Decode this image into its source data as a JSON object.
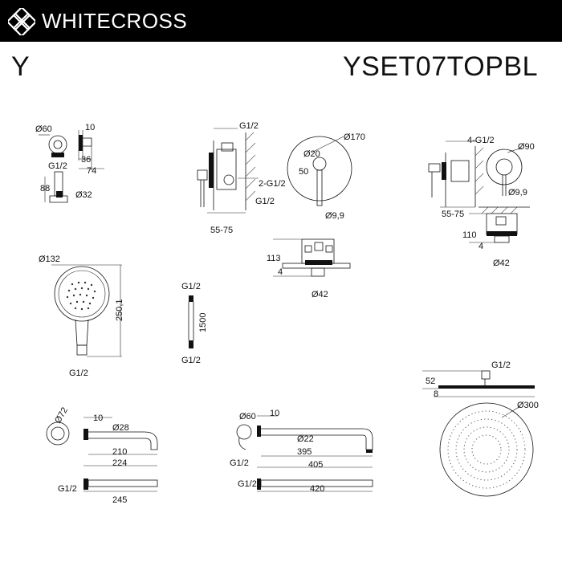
{
  "header": {
    "brand": "WHITECROSS",
    "logo_icon": "cross-logo-icon"
  },
  "series_letter": "Y",
  "model_code": "YSET07TOPBL",
  "labels": {
    "hook_d60": "Ø60",
    "hook_10": "10",
    "hook_36": "36",
    "hook_74": "74",
    "hook_g12": "G1/2",
    "hook_88": "88",
    "hook_d32": "Ø32",
    "valve_g12_top": "G1/2",
    "valve_2g12": "2-G1/2",
    "valve_g12_bot": "G1/2",
    "valve_5575": "55-75",
    "plate_d170": "Ø170",
    "plate_d20": "Ø20",
    "plate_50": "50",
    "plate_d99": "Ø9,9",
    "div_4g12": "4-G1/2",
    "div_d90": "Ø90",
    "div_d99": "Ø9,9",
    "div_5575": "55-75",
    "div_110": "110",
    "div_4": "4",
    "div_d42": "Ø42",
    "box_113": "113",
    "box_4": "4",
    "box_d42": "Ø42",
    "hand_d132": "Ø132",
    "hand_2501": "250,1",
    "hand_g12": "G1/2",
    "hose_g12_top": "G1/2",
    "hose_1500": "1500",
    "hose_g12_bot": "G1/2",
    "top_g12": "G1/2",
    "top_52": "52",
    "top_8": "8",
    "top_d300": "Ø300",
    "spout_d72": "Ø72",
    "spout_10": "10",
    "spout_d28": "Ø28",
    "spout_210": "210",
    "spout_224": "224",
    "spout_g12": "G1/2",
    "spout_245": "245",
    "arm_d60": "Ø60",
    "arm_10": "10",
    "arm_d22": "Ø22",
    "arm_395": "395",
    "arm_405": "405",
    "arm_g12a": "G1/2",
    "arm_g12b": "G1/2",
    "arm_420": "420"
  }
}
